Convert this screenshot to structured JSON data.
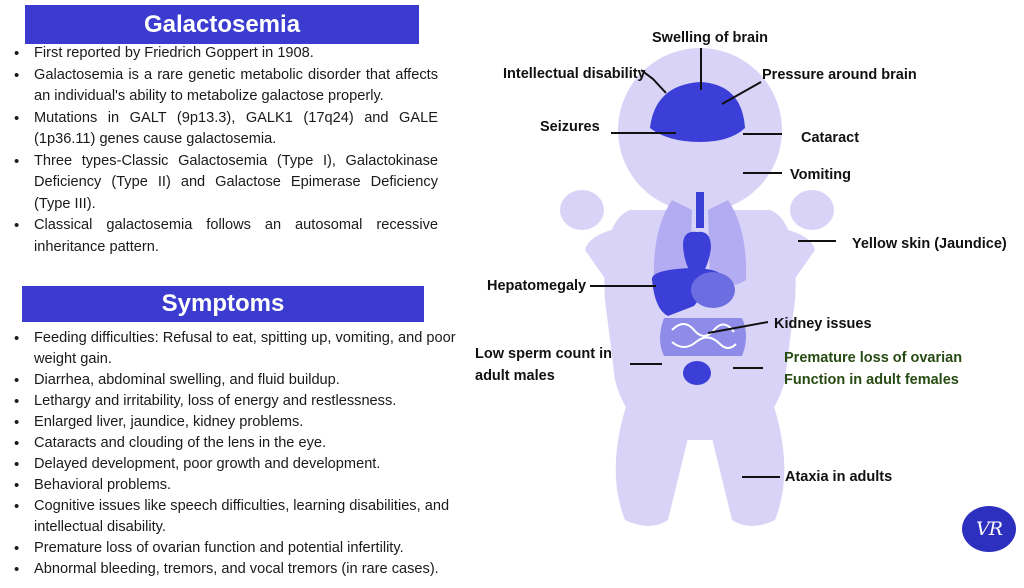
{
  "header": {
    "title": "Galactosemia"
  },
  "intro": {
    "items": [
      "First reported by Friedrich Goppert in 1908.",
      "Galactosemia is a rare genetic metabolic disorder that affects an individual's ability to metabolize galactose properly.",
      "Mutations in GALT (9p13.3), GALK1 (17q24) and GALE (1p36.11) genes cause galactosemia.",
      "Three types-Classic Galactosemia (Type I), Galactokinase Deficiency (Type II) and Galactose Epimerase Deficiency (Type III).",
      "Classical galactosemia follows an autosomal recessive inheritance pattern."
    ]
  },
  "symptoms": {
    "title": "Symptoms",
    "items": [
      "Feeding difficulties: Refusal to eat, spitting up, vomiting, and poor weight gain.",
      "Diarrhea, abdominal swelling, and fluid buildup.",
      "Lethargy and irritability, loss of energy and restlessness.",
      "Enlarged liver, jaundice, kidney problems.",
      "Cataracts and clouding of the lens in the eye.",
      "Delayed development, poor growth and development.",
      "Behavioral problems.",
      "Cognitive issues like speech difficulties, learning disabilities, and intellectual disability.",
      "Premature loss of ovarian function and potential infertility.",
      "Abnormal bleeding, tremors, and vocal tremors (in rare cases)."
    ]
  },
  "diagram": {
    "swelling": "Swelling of brain",
    "intellectual": "Intellectual disability",
    "pressure": "Pressure around brain",
    "seizures": "Seizures",
    "cataract": "Cataract",
    "vomiting": "Vomiting",
    "jaundice": "Yellow skin (Jaundice)",
    "hepatomegaly": "Hepatomegaly",
    "kidney": "Kidney issues",
    "sperm_line1": "Low sperm count in",
    "sperm_line2": "adult males",
    "ovarian_line1": "Premature loss of ovarian",
    "ovarian_line2": "Function  in adult females",
    "ataxia": "Ataxia in adults"
  },
  "logo": {
    "text": "VR"
  },
  "colors": {
    "banner": "#3b3ccf",
    "body": "#d9d4f7",
    "organ": "#3b3fd8",
    "logo": "#2d2fbf"
  }
}
